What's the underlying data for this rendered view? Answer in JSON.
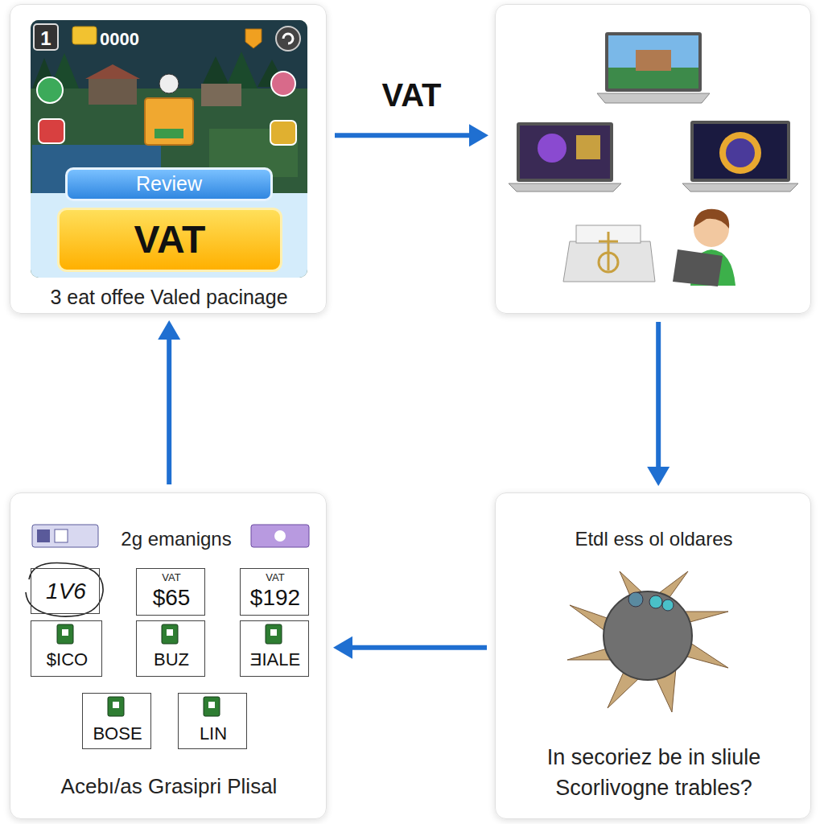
{
  "diagram": {
    "nodes": [
      {
        "text": [
          "3 eat offee Valed pacinage"
        ]
      },
      {
        "text": [
          "Review"
        ],
        "in": 0
      },
      {
        "text": [
          "VAT"
        ],
        "in": 0
      },
      {
        "text": []
      },
      {
        "text": [
          "2g emanigns",
          "Acebı/as Grasipri Plisal"
        ]
      },
      {
        "text": [
          "1V6"
        ],
        "in": 4
      },
      {
        "text": [
          "VAT",
          "$65"
        ],
        "in": 4
      },
      {
        "text": [
          "VAT",
          "$192"
        ],
        "in": 4
      },
      {
        "text": [
          "$ICO"
        ],
        "in": 4
      },
      {
        "text": [
          "BUZ"
        ],
        "in": 4
      },
      {
        "text": [
          "ƎIALE"
        ],
        "in": 4
      },
      {
        "text": [
          "BOSE"
        ],
        "in": 4
      },
      {
        "text": [
          "LIN"
        ],
        "in": 4
      },
      {
        "text": [
          "Etdl ess ol oldares",
          "In secoriez be in sliule Scorlivogne trables?"
        ]
      }
    ],
    "edges": [
      {
        "from": 0,
        "to": 3,
        "label": "VAT",
        "arrow": "to"
      },
      {
        "from": 3,
        "to": 13,
        "arrow": "to"
      },
      {
        "from": 13,
        "to": 4,
        "arrow": "to"
      },
      {
        "from": 4,
        "to": 0,
        "arrow": "to"
      }
    ],
    "labels": [
      "1",
      "0000"
    ]
  }
}
